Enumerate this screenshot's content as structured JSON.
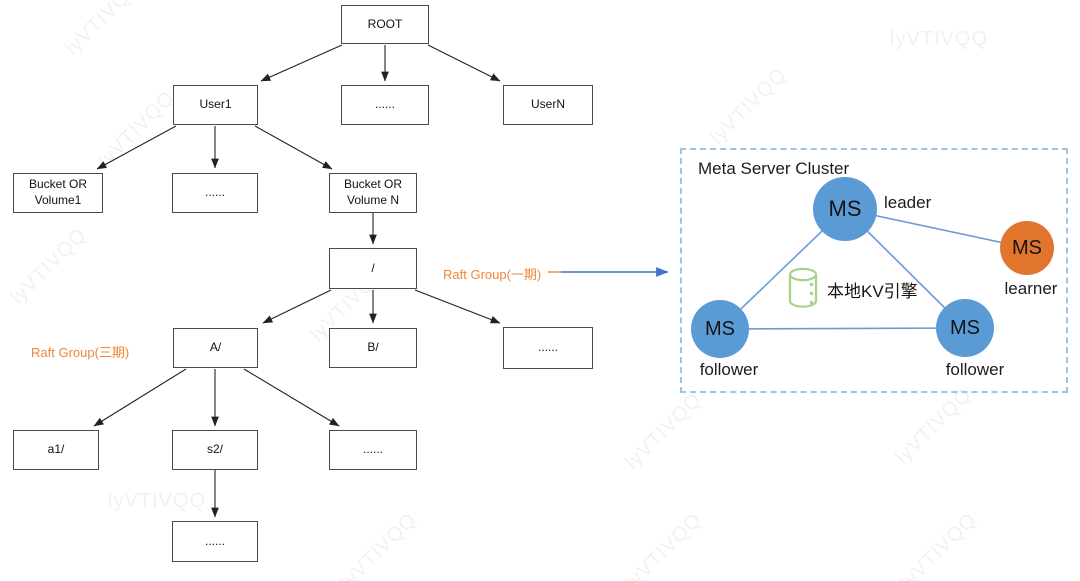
{
  "colors": {
    "node_blue": "#5b9bd5",
    "node_orange": "#e2752e",
    "line_blue": "#6b9bd2",
    "arrow_blue": "#4472c4",
    "label_orange": "#f08638",
    "db_green": "#a9d18e",
    "tree_line": "#222222",
    "box_border": "#4a4a4a",
    "cluster_border": "#9dc3e6"
  },
  "watermark": {
    "text": "lyVTIVQQ"
  },
  "tree": {
    "nodes": [
      {
        "label": "ROOT"
      },
      {
        "label": "User1"
      },
      {
        "label": "......"
      },
      {
        "label": "UserN"
      },
      {
        "label": "Bucket OR\nVolume1"
      },
      {
        "label": "......"
      },
      {
        "label": "Bucket OR\nVolume N"
      },
      {
        "label": "/"
      },
      {
        "label": "A/"
      },
      {
        "label": "B/"
      },
      {
        "label": "......"
      },
      {
        "label": "a1/"
      },
      {
        "label": "s2/"
      },
      {
        "label": "......"
      },
      {
        "label": "......"
      }
    ],
    "raft_group_phase1_label": "Raft Group(一期)",
    "raft_group_phase3_label": "Raft Group(三期)"
  },
  "cluster": {
    "title": "Meta Server Cluster",
    "kv_engine_label": "本地KV引擎",
    "nodes": [
      {
        "label": "MS",
        "role": "leader"
      },
      {
        "label": "MS",
        "role": "follower"
      },
      {
        "label": "MS",
        "role": "follower"
      },
      {
        "label": "MS",
        "role": "learner"
      }
    ]
  }
}
